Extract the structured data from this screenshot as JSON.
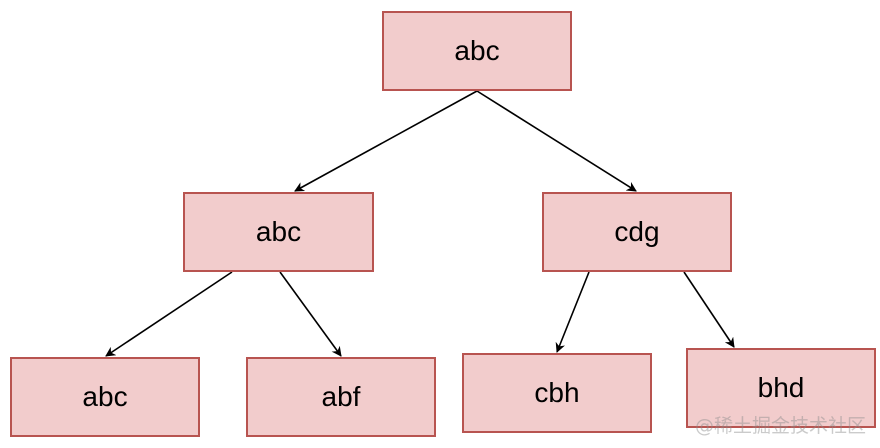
{
  "nodes": {
    "root": "abc",
    "left": "abc",
    "right": "cdg",
    "left_left": "abc",
    "left_right": "abf",
    "right_left": "cbh",
    "right_right": "bhd"
  },
  "colors": {
    "node_fill": "#f2cccc",
    "node_border": "#b85450",
    "edge": "#000000"
  },
  "watermark": "@稀土掘金技术社区"
}
